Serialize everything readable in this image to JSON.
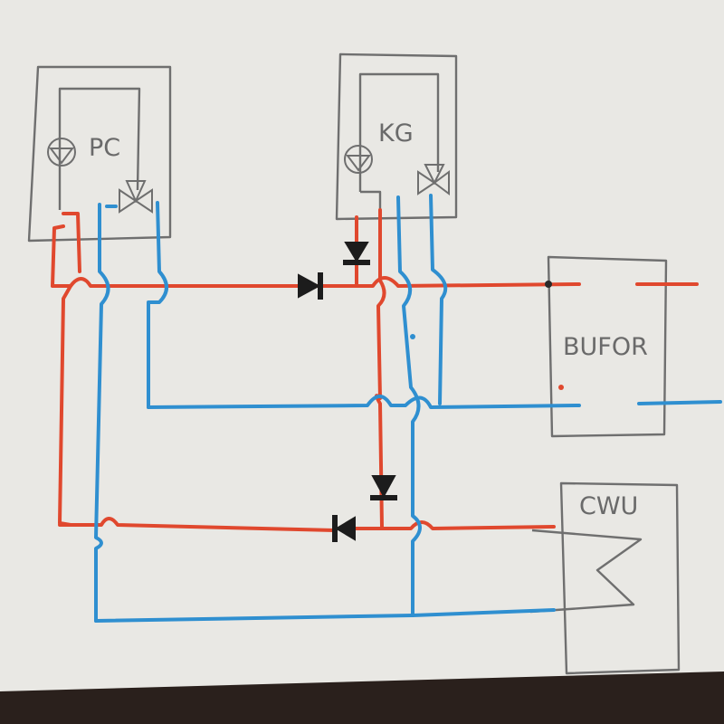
{
  "components": {
    "pc": {
      "label": "PC"
    },
    "kg": {
      "label": "KG"
    },
    "bufor": {
      "label": "BUFOR"
    },
    "cwu": {
      "label": "CWU"
    }
  },
  "colors": {
    "hot_line": "#e0482e",
    "cold_line": "#2f8fd0",
    "outline": "#6f6f6f",
    "paper": "#e9e8e4",
    "table_edge": "#2a201c"
  },
  "icons": [
    "pump-icon",
    "three-way-valve-icon",
    "check-valve-icon"
  ]
}
